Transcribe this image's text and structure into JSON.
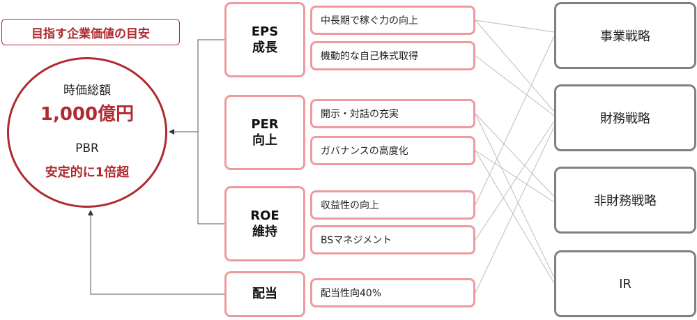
{
  "target": {
    "tag": "目指す企業価値の目安",
    "market_cap_label": "時価総額",
    "market_cap_value": "1,000億円",
    "pbr_label": "PBR",
    "pbr_value": "安定的に1倍超"
  },
  "levers": [
    {
      "line1": "EPS",
      "line2": "成長"
    },
    {
      "line1": "PER",
      "line2": "向上"
    },
    {
      "line1": "ROE",
      "line2": "維持"
    },
    {
      "line1": "配当",
      "line2": ""
    }
  ],
  "actions": [
    "中長期で稼ぐ力の向上",
    "機動的な自己株式取得",
    "開示・対話の充実",
    "ガバナンスの高度化",
    "収益性の向上",
    "BSマネジメント",
    "配当性向40%"
  ],
  "strategies": [
    "事業戦略",
    "財務戦略",
    "非財務戦略",
    "IR"
  ],
  "colors": {
    "accent": "#b02a30",
    "lever_border": "#ef9a9d",
    "strategy_border": "#808080",
    "connector": "#bdbdbd"
  }
}
